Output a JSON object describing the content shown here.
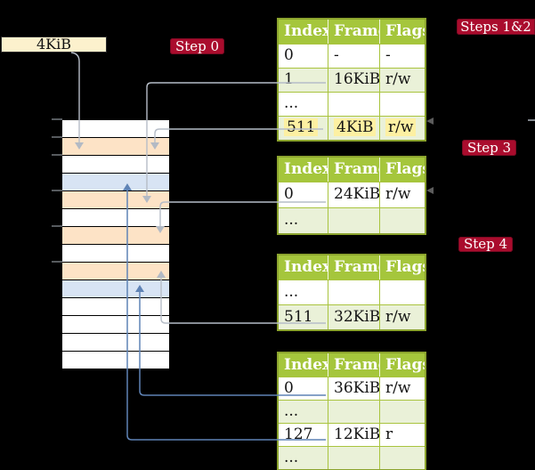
{
  "frame_box": {
    "label": "4KiB"
  },
  "badges": {
    "step0": "Step 0",
    "steps12": "Steps 1&2",
    "step3": "Step 3",
    "step4": "Step 4"
  },
  "tables": {
    "headers": [
      "Index",
      "Frame",
      "Flags"
    ],
    "t1": {
      "rows": [
        [
          "0",
          "-",
          "-"
        ],
        [
          "1",
          "16KiB",
          "r/w"
        ],
        [
          "...",
          "",
          ""
        ],
        [
          "511",
          "4KiB",
          "r/w"
        ]
      ]
    },
    "t2": {
      "rows": [
        [
          "0",
          "24KiB",
          "r/w"
        ],
        [
          "...",
          "",
          ""
        ]
      ]
    },
    "t3": {
      "rows": [
        [
          "...",
          "",
          ""
        ],
        [
          "511",
          "32KiB",
          "r/w"
        ]
      ]
    },
    "t4": {
      "rows": [
        [
          "0",
          "36KiB",
          "r/w"
        ],
        [
          "...",
          "",
          ""
        ],
        [
          "127",
          "12KiB",
          "r"
        ],
        [
          "...",
          "",
          ""
        ]
      ]
    }
  },
  "memory_stack": {
    "row_count": 14,
    "row_types": [
      "free",
      "pagetable",
      "free",
      "data",
      "pagetable",
      "free",
      "pagetable",
      "free",
      "pagetable",
      "data",
      "free",
      "free",
      "free",
      "free"
    ]
  },
  "connections": [
    {
      "from": "4KiB-box",
      "to": "frame-4KiB",
      "color": "gray"
    },
    {
      "from": "table1-row-511",
      "to": "frame-4KiB",
      "color": "gray"
    },
    {
      "from": "table1-row-1",
      "to": "frame-16KiB",
      "color": "gray"
    },
    {
      "from": "table2-row-0",
      "to": "frame-24KiB",
      "color": "gray"
    },
    {
      "from": "table3-row-511",
      "to": "frame-32KiB",
      "color": "gray"
    },
    {
      "from": "table4-row-0",
      "to": "frame-36KiB",
      "color": "blue"
    },
    {
      "from": "table4-row-127",
      "to": "frame-12KiB",
      "color": "blue"
    }
  ],
  "colors": {
    "background": "#000000",
    "table_header": "#a5c63c",
    "table_border": "#8ba32e",
    "table_row_alt": "#eaf1d8",
    "highlight_yellow": "#fdf0a2",
    "frame_pagetable_peach": "#fde3c6",
    "frame_data_blue": "#d8e4f4",
    "label_box_cream": "#fcf1cd",
    "badge_red": "#aa0c2d",
    "connector_gray": "#b6bdc7",
    "connector_blue": "#5f83b5"
  }
}
